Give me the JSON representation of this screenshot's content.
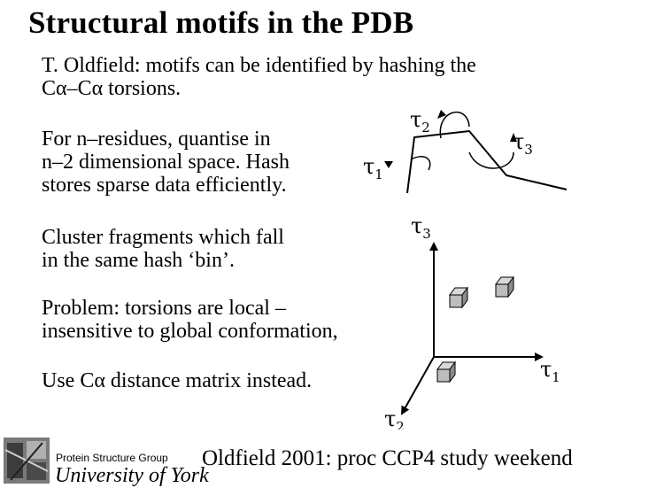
{
  "slide": {
    "title": "Structural motifs in the PDB",
    "intro_line1": "T. Oldfield: motifs can be identified by hashing the",
    "intro_line2": "Cα–Cα torsions.",
    "para1": [
      "For n–residues, quantise in",
      "n–2 dimensional space. Hash",
      "stores sparse data efficiently."
    ],
    "para2": [
      "Cluster fragments which fall",
      "in the same hash ‘bin’."
    ],
    "para3": [
      "Problem: torsions are local –",
      "insensitive to global conformation,"
    ],
    "para4": "Use Cα distance matrix instead."
  },
  "torsion_diagram": {
    "tau_symbol": "τ",
    "labels": [
      "2",
      "3",
      "1"
    ]
  },
  "axes_diagram": {
    "tau_symbol": "τ",
    "axis_labels": [
      "3",
      "1",
      "2"
    ]
  },
  "footer": {
    "group": "Protein Structure Group",
    "university": "University of York",
    "citation": "Oldfield 2001: proc CCP4 study weekend"
  },
  "colors": {
    "cube_front": "#bdbdbd",
    "cube_top": "#d8d8d8",
    "cube_side": "#8c8c8c"
  }
}
